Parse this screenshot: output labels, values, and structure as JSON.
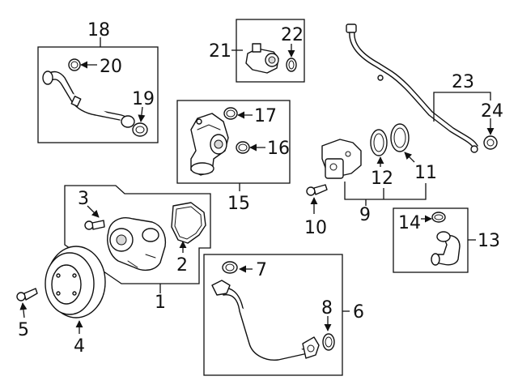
{
  "callouts": {
    "c1": "1",
    "c2": "2",
    "c3": "3",
    "c4": "4",
    "c5": "5",
    "c6": "6",
    "c7": "7",
    "c8": "8",
    "c9": "9",
    "c10": "10",
    "c11": "11",
    "c12": "12",
    "c13": "13",
    "c14": "14",
    "c15": "15",
    "c16": "16",
    "c17": "17",
    "c18": "18",
    "c19": "19",
    "c20": "20",
    "c21": "21",
    "c22": "22",
    "c23": "23",
    "c24": "24"
  },
  "colors": {
    "line": "#111111",
    "background": "#ffffff",
    "shade": "#d9d9d9"
  }
}
